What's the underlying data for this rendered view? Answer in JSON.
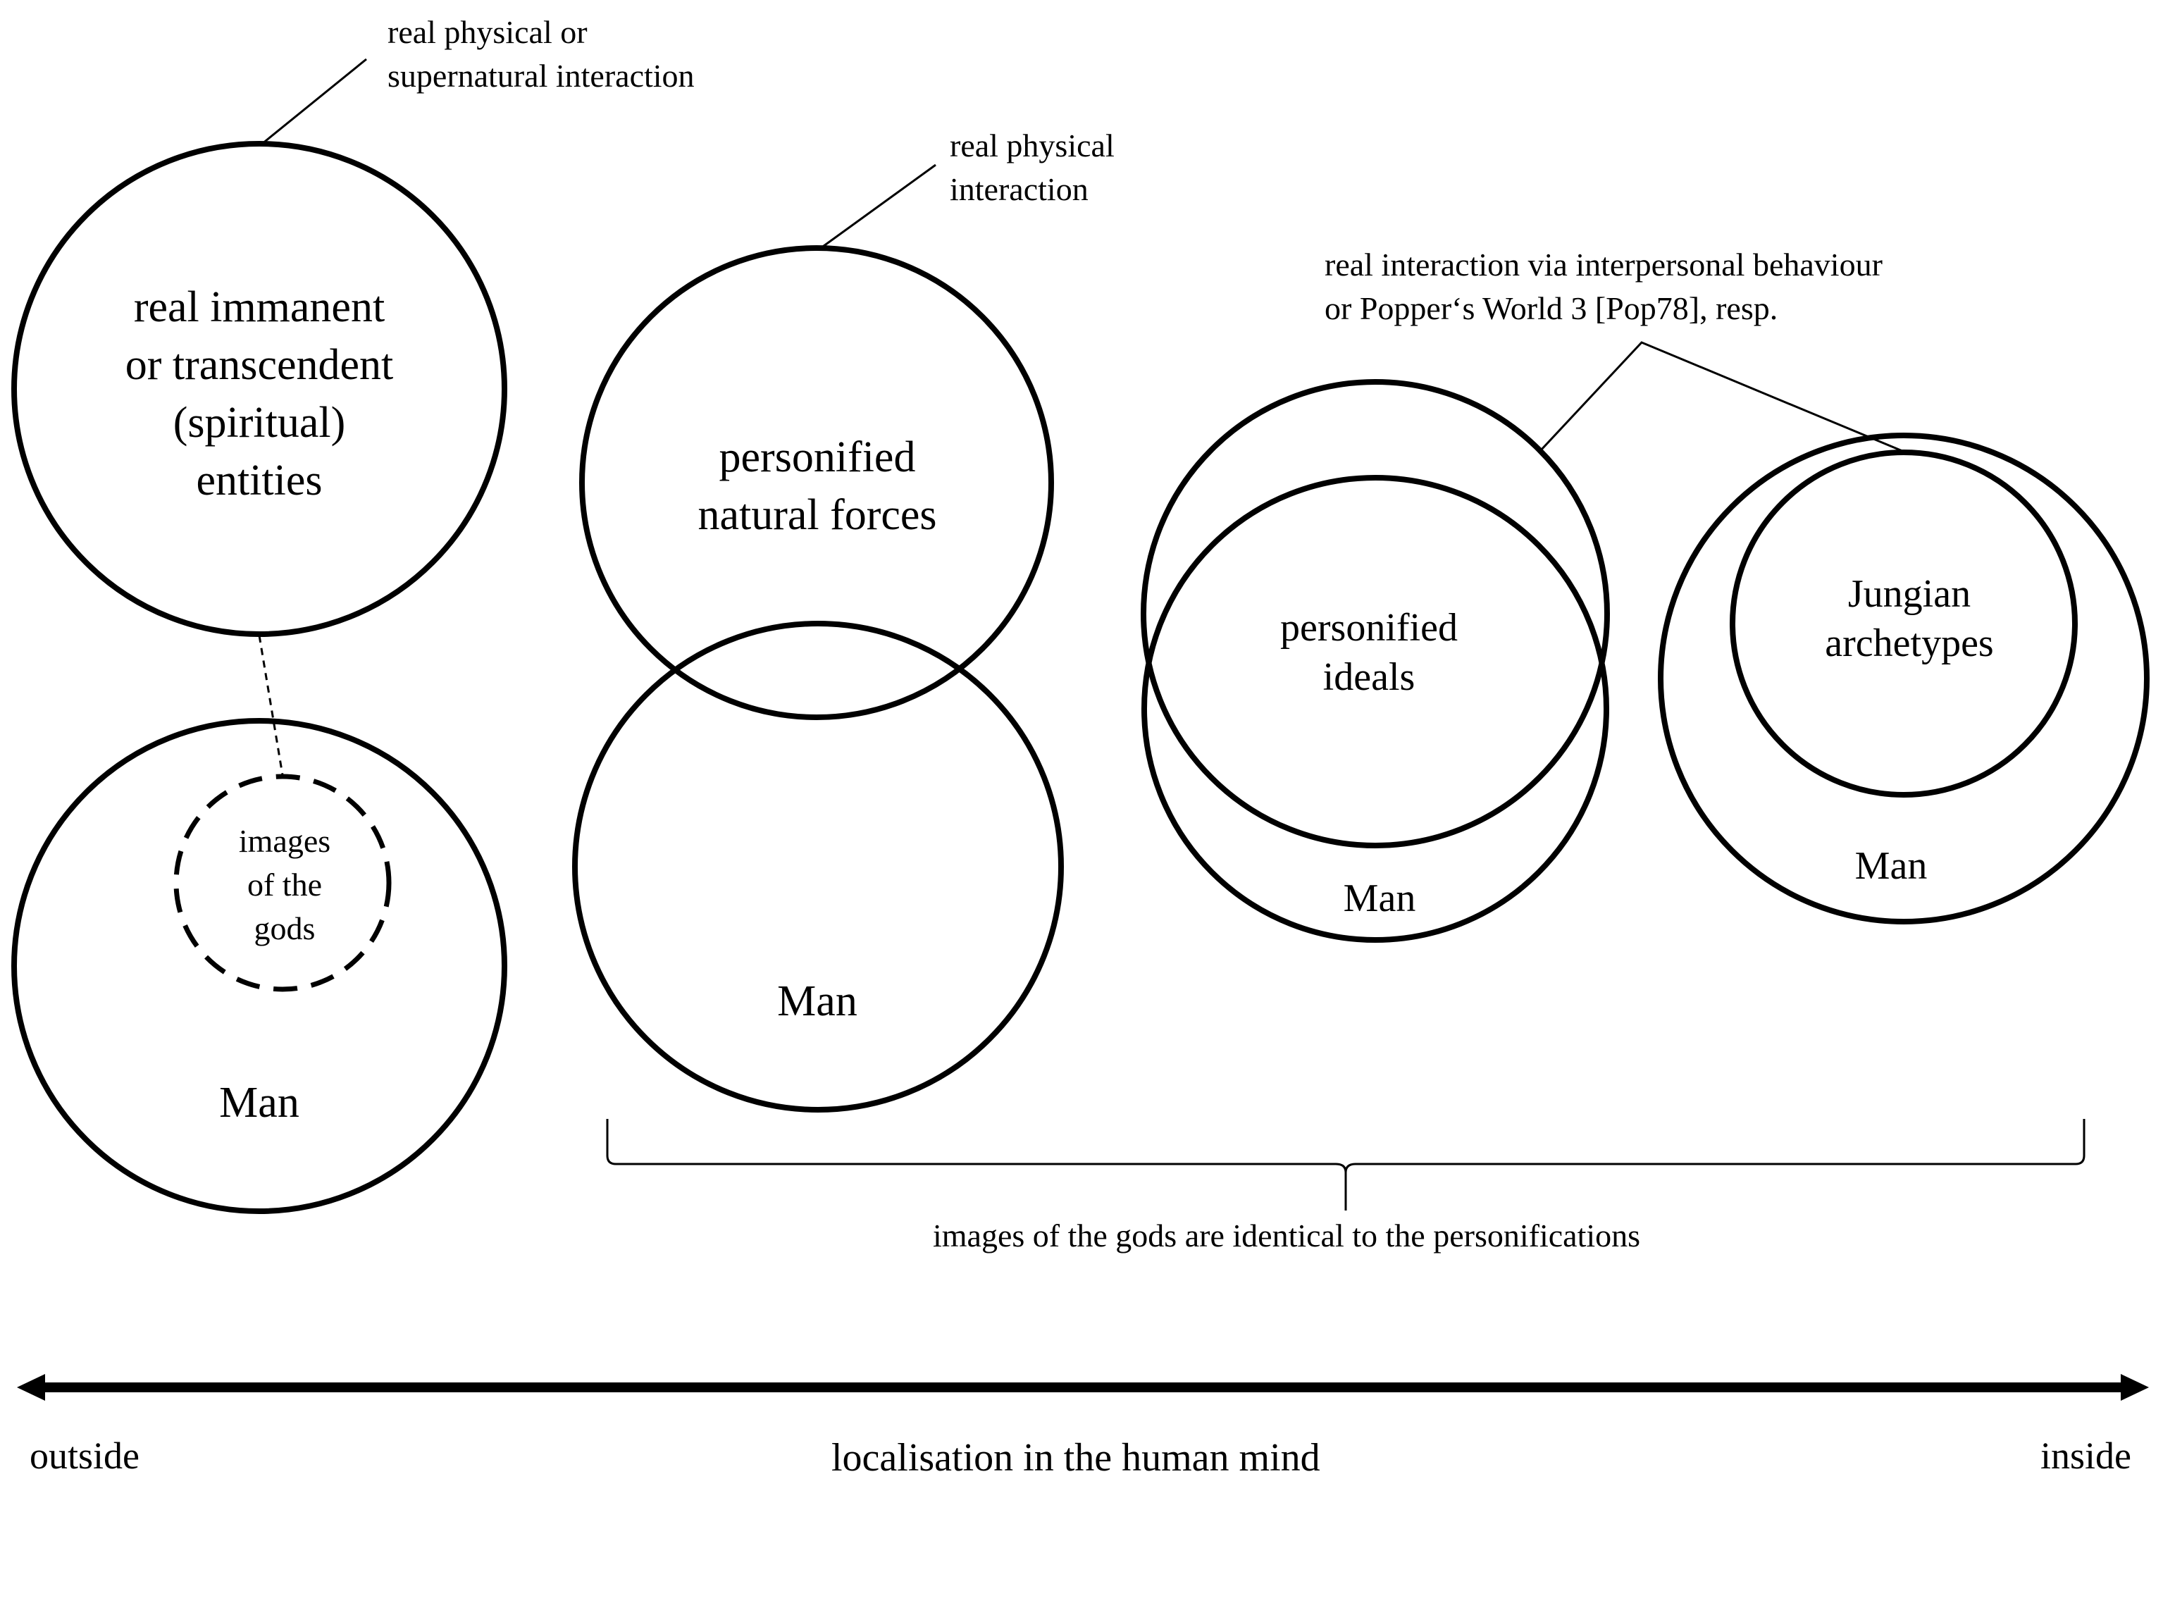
{
  "diagram": {
    "groups": [
      {
        "outer_label": [
          "real immanent",
          "or transcendent",
          "(spiritual)",
          "entities"
        ],
        "inner_label": [
          "images",
          "of the",
          "gods"
        ],
        "man_label": "Man",
        "annotation": [
          "real physical or",
          "supernatural interaction"
        ]
      },
      {
        "outer_label": [
          "personified",
          "natural forces"
        ],
        "man_label": "Man",
        "annotation": [
          "real physical",
          "interaction"
        ]
      },
      {
        "outer_label": [
          "personified",
          "ideals"
        ],
        "man_label": "Man"
      },
      {
        "outer_label": [
          "Jungian",
          "archetypes"
        ],
        "man_label": "Man"
      }
    ],
    "shared_annotation": [
      "real interaction via interpersonal behaviour",
      "or Popper‘s World 3 [Pop78], resp."
    ],
    "brace_label": "images of the gods are identical to the personifications",
    "axis": {
      "left_label": "outside",
      "center_label": "localisation in the human mind",
      "right_label": "inside"
    }
  }
}
